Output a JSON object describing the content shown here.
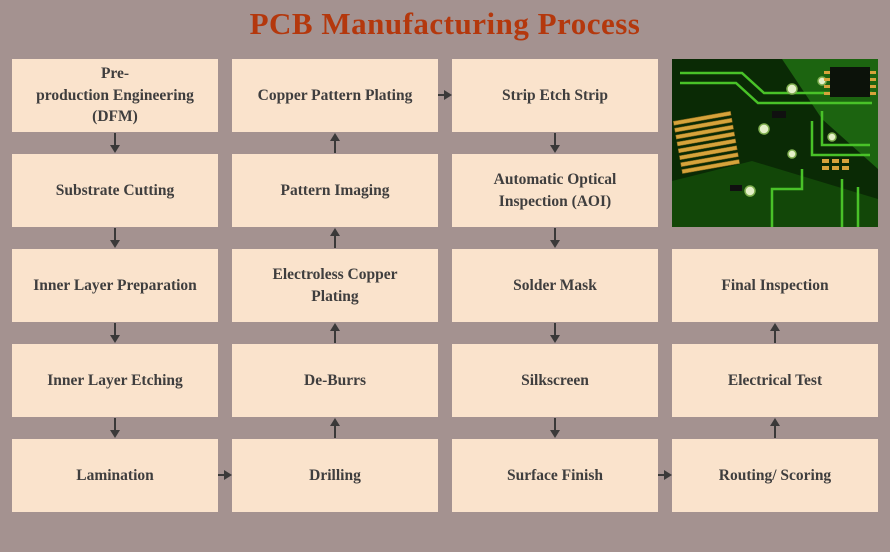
{
  "title": "PCB Manufacturing Process",
  "colors": {
    "background": "#a49290",
    "box": "#fae3cc",
    "text": "#3f3e3e",
    "title": "#b4380d",
    "arrow": "#3a3939"
  },
  "columns": [
    {
      "boxes": [
        "Pre-\nproduction Engineering\n(DFM)",
        "Substrate Cutting",
        "Inner Layer Preparation",
        "Inner Layer Etching",
        "Lamination"
      ]
    },
    {
      "boxes": [
        "Copper Pattern Plating",
        "Pattern Imaging",
        "Electroless Copper\nPlating",
        "De-Burrs",
        "Drilling"
      ]
    },
    {
      "boxes": [
        "Strip Etch Strip",
        "Automatic Optical\nInspection (AOI)",
        "Solder Mask",
        "Silkscreen",
        "Surface Finish"
      ]
    },
    {
      "boxes": [
        "Final Inspection",
        "Electrical Test",
        "Routing/ Scoring"
      ]
    }
  ],
  "image": {
    "label": "PCB close-up photo",
    "pcb_dark_green": "#0a2a05",
    "pcb_trace_green": "#49c228",
    "pcb_gold": "#d6a33b"
  }
}
